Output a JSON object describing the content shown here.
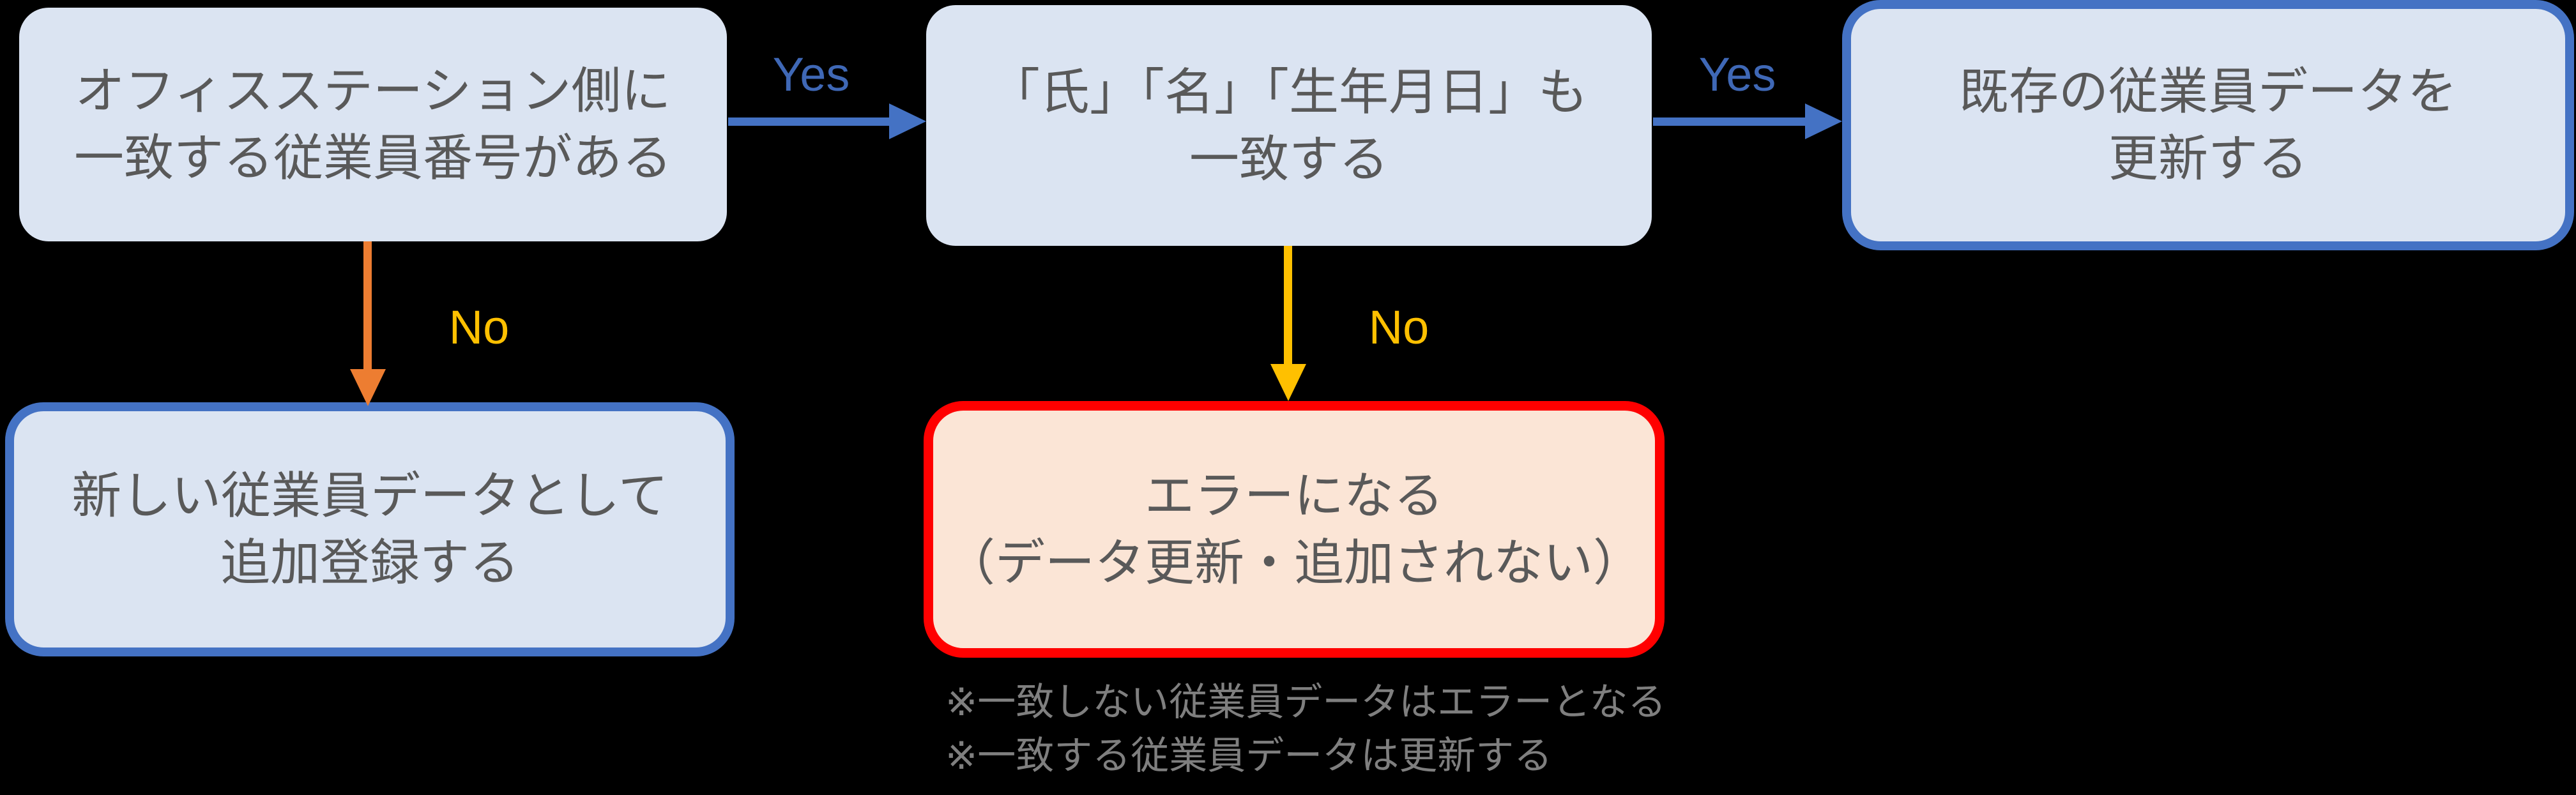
{
  "flowchart": {
    "nodes": {
      "check_employee_number": {
        "line1": "オフィスステーション側に",
        "line2": "一致する従業員番号がある"
      },
      "check_name_birthdate": {
        "line1": "「氏」「名」「生年月日」も",
        "line2": "一致する"
      },
      "update_existing": {
        "line1": "既存の従業員データを",
        "line2": "更新する"
      },
      "add_new": {
        "line1": "新しい従業員データとして",
        "line2": "追加登録する"
      },
      "error_result": {
        "line1": "エラーになる",
        "line2": "（データ更新・追加されない）"
      }
    },
    "edge_labels": {
      "yes_1": "Yes",
      "yes_2": "Yes",
      "no_1": "No",
      "no_2": "No"
    },
    "notes": {
      "line1": "※一致しない従業員データはエラーとなる",
      "line2": "※一致する従業員データは更新する"
    },
    "colors": {
      "background": "#000000",
      "node_fill_blue": "#dbe4f2",
      "node_border_blue": "#4472c4",
      "error_fill": "#fbe5d6",
      "error_border": "#ff0000",
      "arrow_yes_blue": "#4472c4",
      "arrow_no_orange": "#ed7d31",
      "arrow_no_gold": "#ffc000",
      "label_yes_blue": "#3f68b6",
      "label_no_gold": "#ffc000",
      "node_text": "#595959",
      "note_text": "#7f7f7f"
    }
  }
}
